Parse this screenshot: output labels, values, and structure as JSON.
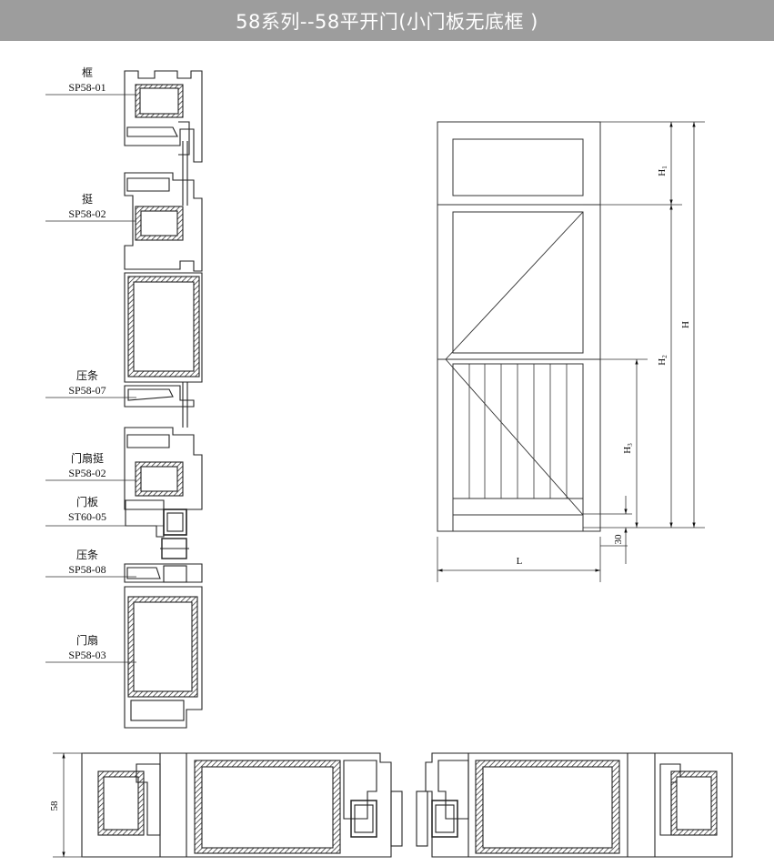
{
  "header": {
    "title": "58系列--58平开门(小门板无底框 )"
  },
  "profiles": [
    {
      "name": "框",
      "code": "SP58-01"
    },
    {
      "name": "挺",
      "code": "SP58-02"
    },
    {
      "name": "压条",
      "code": "SP58-07"
    },
    {
      "name": "门扇挺",
      "code": "SP58-02"
    },
    {
      "name": "门板",
      "code": "ST60-05"
    },
    {
      "name": "压条",
      "code": "SP58-08"
    },
    {
      "name": "门扇",
      "code": "SP58-03"
    }
  ],
  "elevation": {
    "h1": "H",
    "h1_sub": "1",
    "h2": "H",
    "h2_sub": "2",
    "h3": "H",
    "h3_sub": "3",
    "h": "H",
    "gap": "30",
    "width": "L"
  },
  "section": {
    "depth": "58"
  }
}
